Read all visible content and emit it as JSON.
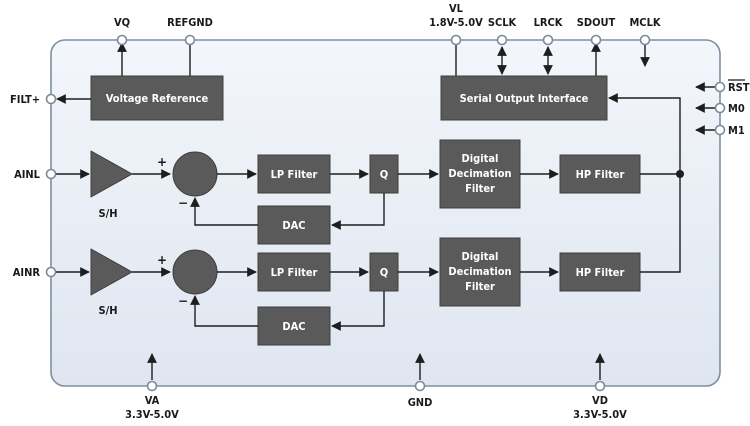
{
  "pins": {
    "vq": "VQ",
    "refgnd": "REFGND",
    "vl": "VL",
    "vl_range": "1.8V-5.0V",
    "sclk": "SCLK",
    "lrck": "LRCK",
    "sdout": "SDOUT",
    "mclk": "MCLK",
    "filt": "FILT+",
    "rst": "RST",
    "m0": "M0",
    "m1": "M1",
    "ainl": "AINL",
    "ainr": "AINR",
    "va": "VA",
    "va_range": "3.3V-5.0V",
    "gnd": "GND",
    "vd": "VD",
    "vd_range": "3.3V-5.0V"
  },
  "blocks": {
    "voltage_reference": "Voltage Reference",
    "serial_output": "Serial Output Interface",
    "lp_filter": "LP Filter",
    "quantizer": "Q",
    "digital_decimation_line1": "Digital",
    "digital_decimation_line2": "Decimation",
    "digital_decimation_line3": "Filter",
    "hp_filter": "HP Filter",
    "dac": "DAC",
    "sample_hold": "S/H",
    "plus": "+",
    "minus": "−"
  },
  "colors": {
    "chip_fill": "#e6ecf5",
    "block_fill": "#5a5a5a",
    "wire": "#1e1e1e"
  }
}
